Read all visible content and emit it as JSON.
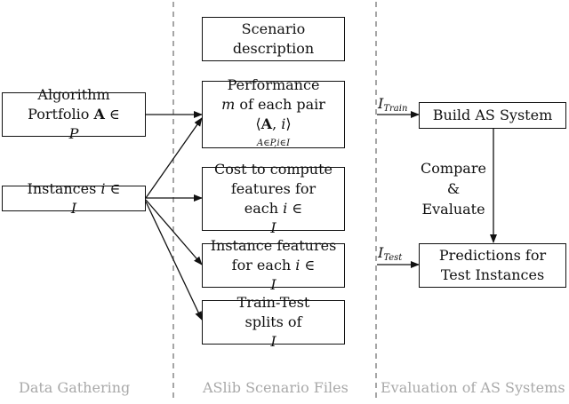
{
  "data_gathering": {
    "portfolio": {
      "line1": "Algorithm",
      "line2_text": "Portfolio",
      "line2_symbol": "A",
      "line2_set": "P"
    },
    "instances": {
      "text": "Instances",
      "var": "i",
      "set": "I"
    }
  },
  "scenario_files": {
    "description": {
      "line1": "Scenario",
      "line2": "description"
    },
    "performance": {
      "line1": "Performance",
      "line2_var": "m",
      "line2_text": "of each pair",
      "pair_symbol": "A",
      "pair_var": "i",
      "pair_subscript": "A∈P,i∈I"
    },
    "cost": {
      "line1": "Cost to compute",
      "line2": "features for",
      "line3_text": "each",
      "line3_var": "i",
      "line3_set": "I"
    },
    "features": {
      "line1": "Instance features",
      "line2_text": "for each",
      "line2_var": "i",
      "line2_set": "I"
    },
    "splits": {
      "line1": "Train-Test",
      "line2_text": "splits of",
      "line2_set": "I"
    }
  },
  "evaluation": {
    "build": {
      "label": "Build AS System"
    },
    "predictions": {
      "line1": "Predictions for",
      "line2": "Test Instances"
    },
    "train_label": {
      "symbol": "I",
      "subscript": "Train"
    },
    "test_label": {
      "symbol": "I",
      "subscript": "Test"
    },
    "compare": {
      "line1": "Compare",
      "line2": "&",
      "line3": "Evaluate"
    }
  },
  "captions": {
    "data_gathering": "Data Gathering",
    "scenario_files": "ASlib Scenario Files",
    "evaluation": "Evaluation of AS Systems"
  }
}
